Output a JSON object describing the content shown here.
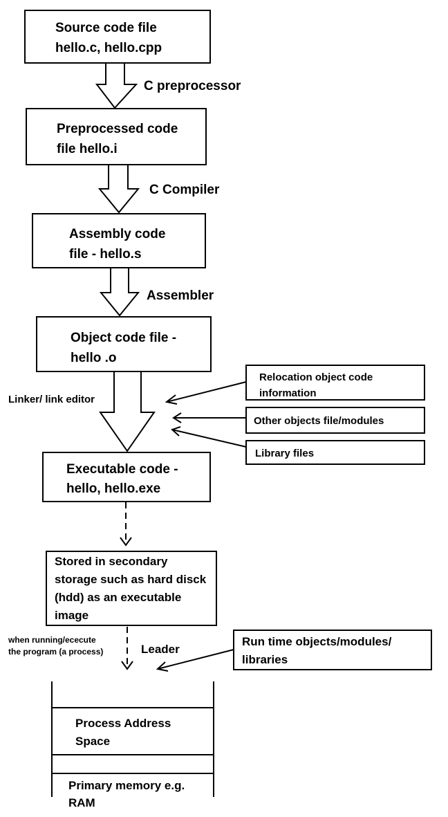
{
  "stages": {
    "source": {
      "line1": "Source code file",
      "line2": "hello.c, hello.cpp"
    },
    "preprocessed": {
      "line1": "Preprocessed code",
      "line2": "file hello.i"
    },
    "assembly": {
      "line1": "Assembly code",
      "line2": "file - hello.s"
    },
    "object": {
      "line1": "Object code file -",
      "line2": "hello .o"
    },
    "executable": {
      "line1": "Executable code -",
      "line2": "hello, hello.exe"
    },
    "stored": {
      "line1": "Stored in secondary",
      "line2": "storage such as hard disck",
      "line3": "(hdd) as an executable",
      "line4": "image"
    }
  },
  "steps": {
    "preprocessor": "C preprocessor",
    "compiler": "C Compiler",
    "assembler": "Assembler",
    "linker": "Linker/ link editor",
    "running_line1": "when running/ececute",
    "running_line2": "the program (a process)",
    "leader": "Leader"
  },
  "linker_inputs": {
    "relocation_line1": "Relocation object code",
    "relocation_line2": "information",
    "other_objects": "Other objects file/modules",
    "library": "Library files"
  },
  "runtime": {
    "line1": "Run time objects/modules/",
    "line2": "libraries"
  },
  "memory": {
    "process_line1": "Process Address",
    "process_line2": "Space",
    "primary_line1": "Primary memory e.g.",
    "primary_line2": "RAM"
  }
}
